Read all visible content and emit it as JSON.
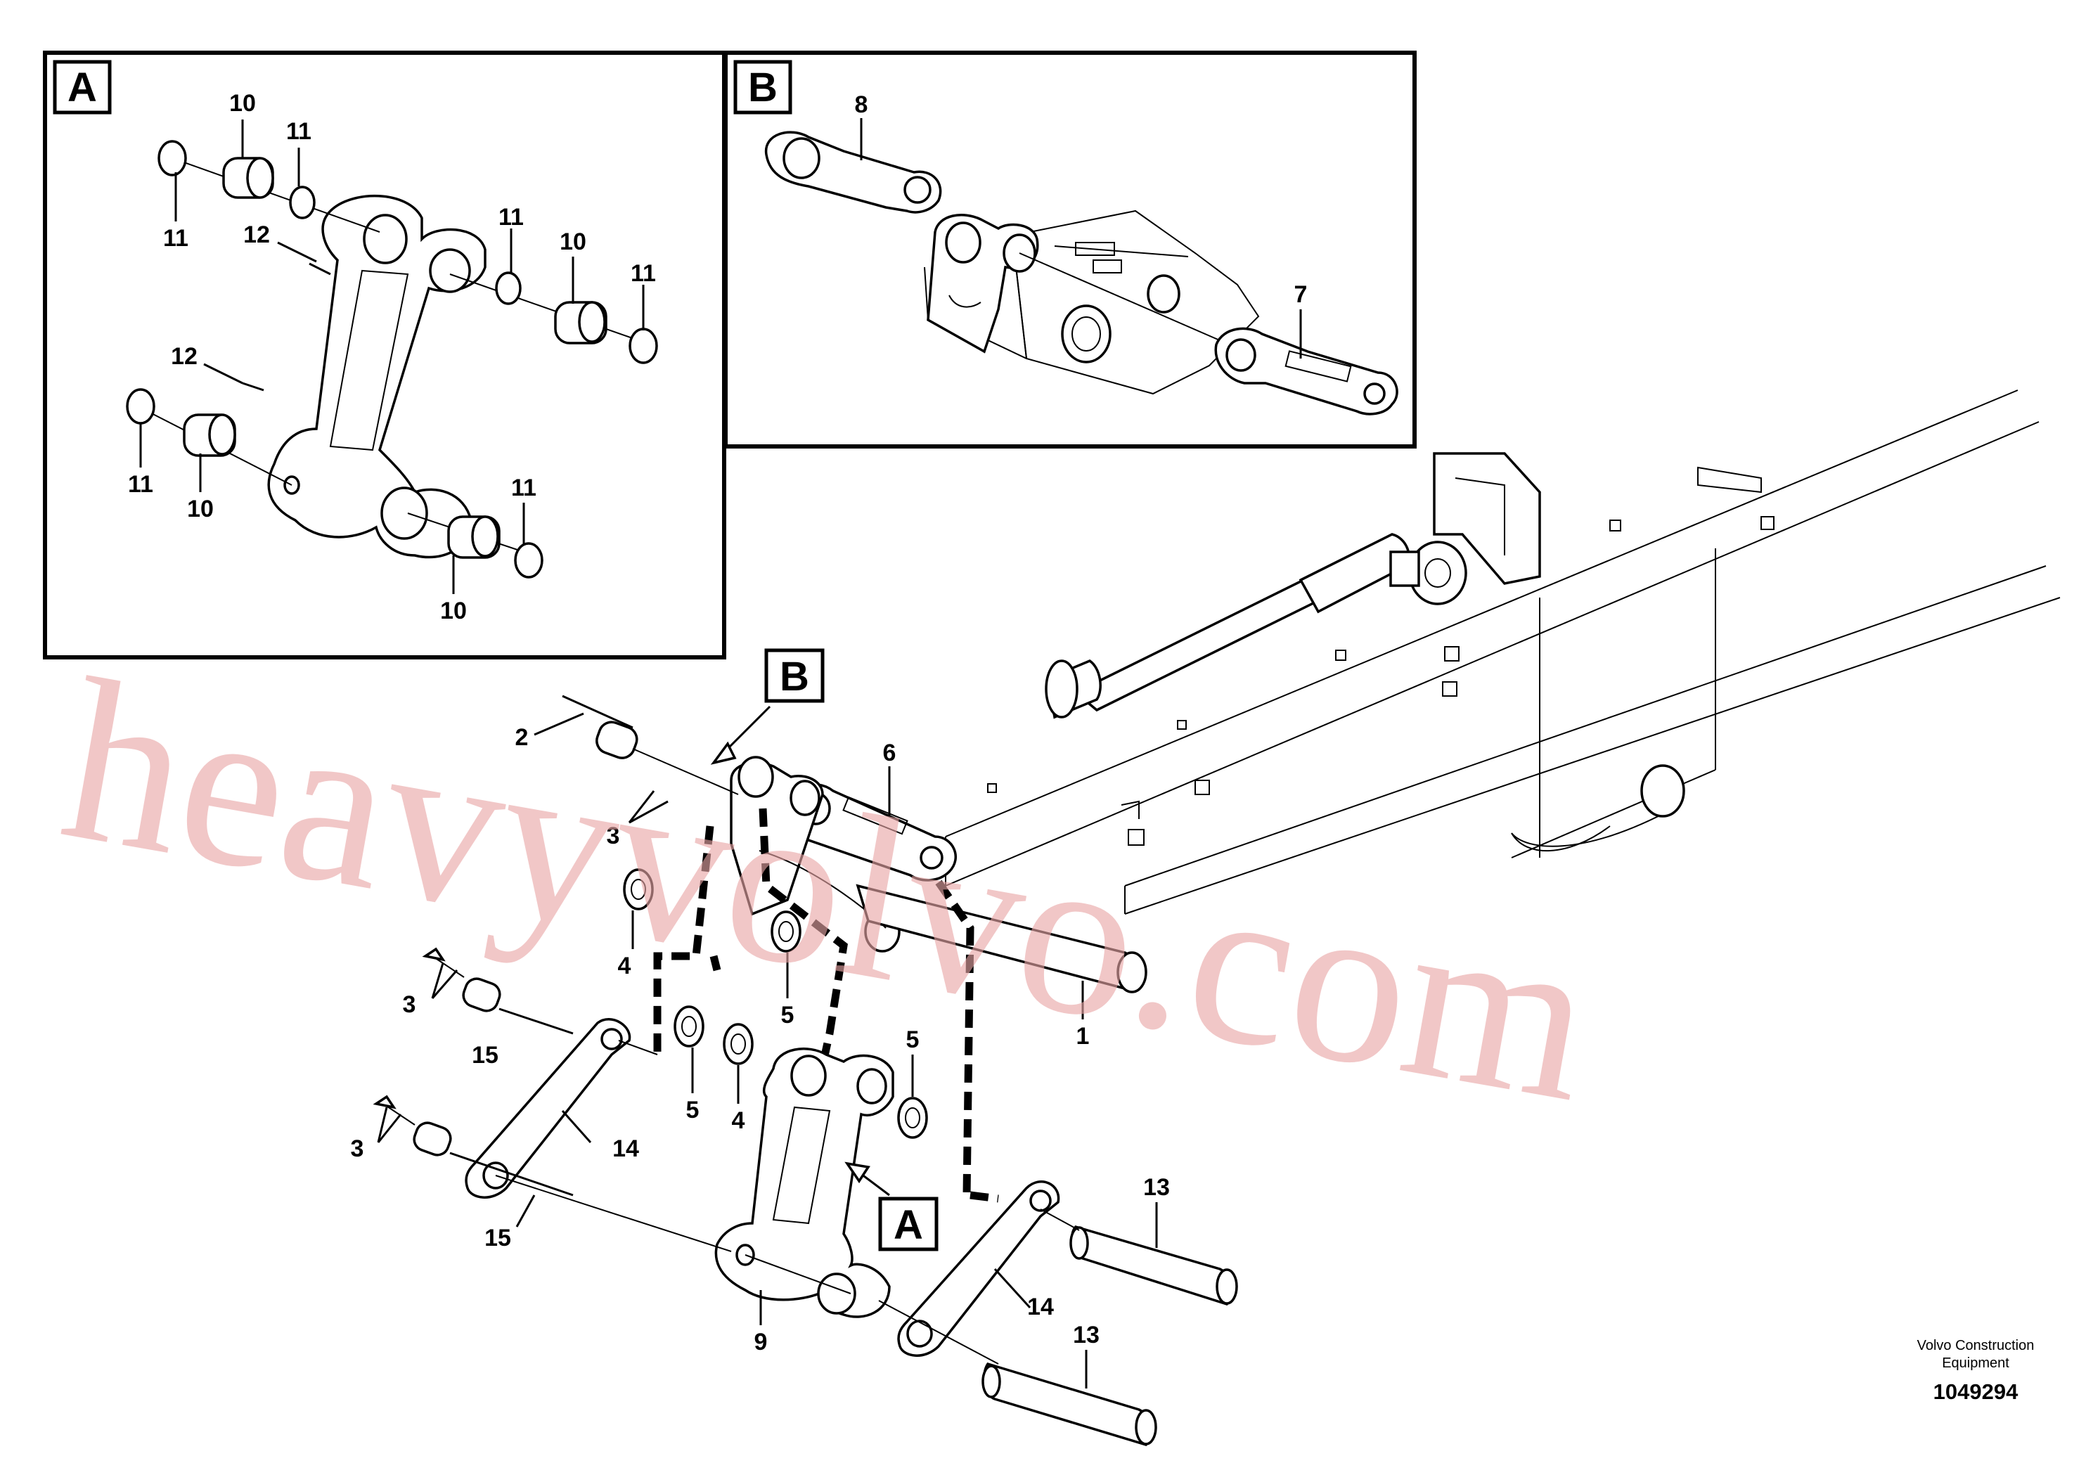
{
  "detail_boxes": [
    {
      "id": "A",
      "letter": "A"
    },
    {
      "id": "B",
      "letter": "B"
    }
  ],
  "callouts": [
    {
      "key": "A",
      "letter": "A"
    },
    {
      "key": "B",
      "letter": "B"
    }
  ],
  "labels": {
    "a10a": "10",
    "a11a": "11",
    "a11b": "11",
    "a12a": "12",
    "a11c": "11",
    "a10b": "10",
    "a11d": "11",
    "a12b": "12",
    "a11e": "11",
    "a10c": "10",
    "a11f": "11",
    "a10d": "10",
    "b8": "8",
    "b7": "7",
    "m2": "2",
    "m3a": "3",
    "m6": "6",
    "m4a": "4",
    "m3b": "3",
    "m5a": "5",
    "m1": "1",
    "m15a": "15",
    "m5b": "5",
    "m4b": "4",
    "m5c": "5",
    "m3c": "3",
    "m14a": "14",
    "m15b": "15",
    "m13a": "13",
    "m14b": "14",
    "m13b": "13",
    "m9": "9"
  },
  "watermark": "heavyvolvo.com",
  "footer": {
    "company_line1": "Volvo Construction",
    "company_line2": "Equipment",
    "drawing_number": "1049294"
  }
}
